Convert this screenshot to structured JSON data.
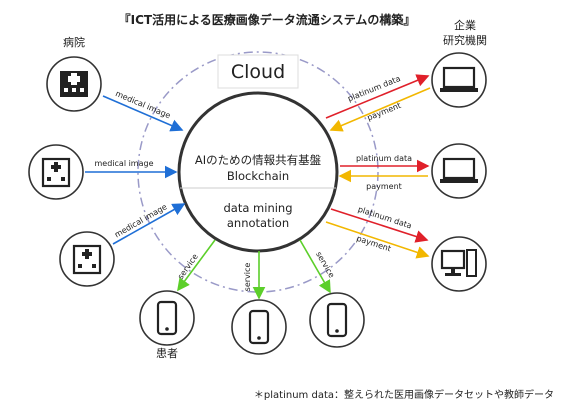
{
  "title": "『ICT活用による医療画像データ流通システムの構築』",
  "cloud_label": "Cloud",
  "hub": {
    "line1": "AIのための情報共有基盤",
    "line2": "Blockchain",
    "line3": "data mining",
    "line4": "annotation"
  },
  "groups": {
    "hospital": "病院",
    "company_line1": "企業",
    "company_line2": "研究機関",
    "patient": "患者"
  },
  "edges": {
    "medical_image": "medical image",
    "platinum_data": "platinum data",
    "payment": "payment",
    "service": "service"
  },
  "footnote": "＊platinum data：整えられた医用画像データセットや教師データ",
  "colors": {
    "medical": "#1f6fd6",
    "platinum": "#e0202a",
    "payment": "#f2b700",
    "service": "#5ccf2a",
    "cloud_ring": "#9a9ac8"
  },
  "icons": {
    "hospital": "hospital-icon",
    "company": "laptop-icon",
    "patient": "smartphone-icon"
  }
}
